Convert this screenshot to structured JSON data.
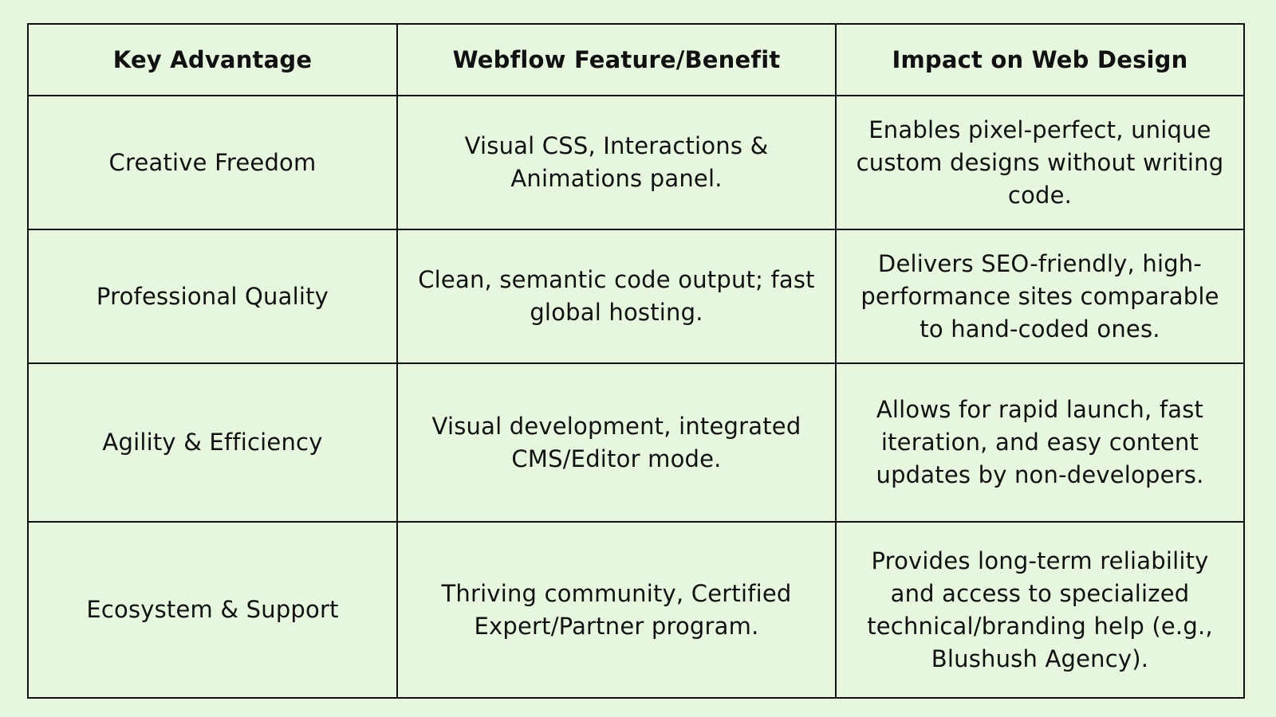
{
  "table": {
    "headers": [
      "Key Advantage",
      "Webflow Feature/Benefit",
      "Impact on Web Design"
    ],
    "rows": [
      [
        "Creative Freedom",
        "Visual CSS, Interactions & Animations panel.",
        "Enables pixel-perfect, unique custom designs without writing code."
      ],
      [
        "Professional Quality",
        "Clean, semantic code output; fast global hosting.",
        "Delivers SEO-friendly, high-performance sites comparable to hand-coded ones."
      ],
      [
        "Agility & Efficiency",
        "Visual development, integrated CMS/Editor mode.",
        "Allows for rapid launch, fast iteration, and easy content updates by non-developers."
      ],
      [
        "Ecosystem & Support",
        "Thriving community, Certified Expert/Partner program.",
        "Provides long-term reliability and access to specialized technical/branding help (e.g., Blushush Agency)."
      ]
    ]
  },
  "colors": {
    "background": "#e6f6df",
    "border": "#111111",
    "text": "#111111"
  }
}
